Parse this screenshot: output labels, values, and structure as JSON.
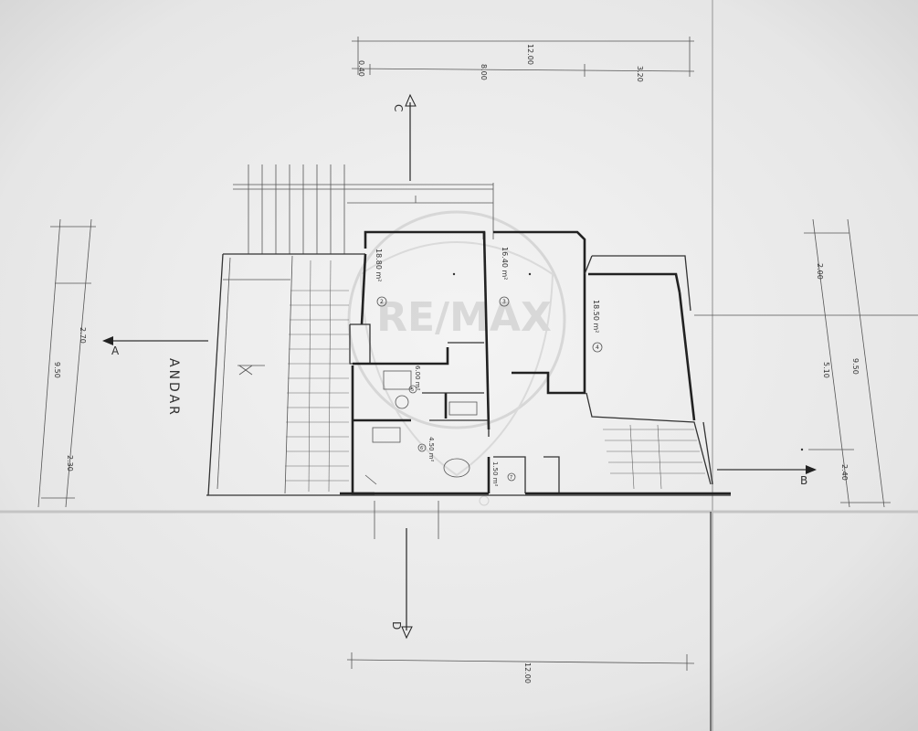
{
  "title": "ANDAR",
  "sections": {
    "a": "A",
    "b": "B",
    "c": "C",
    "d": "D"
  },
  "dims": {
    "top_total": "12.00",
    "top_left": "0.40",
    "top_mid": "8.00",
    "top_right": "3.20",
    "bottom_total": "12.00",
    "left_total": "9.50",
    "left_top": "2.70",
    "left_bottom": "2.30",
    "right_total": "9.50",
    "right_top": "2.00",
    "right_mid": "5.10",
    "right_bottom": "2.40"
  },
  "rooms": [
    {
      "area": "18.80 m²",
      "num": "2"
    },
    {
      "area": "16.40 m²",
      "num": "3"
    },
    {
      "area": "18.50 m²",
      "num": "4"
    },
    {
      "area": "6.00 m²",
      "num": "5"
    },
    {
      "area": "4.50 m²",
      "num": "6"
    },
    {
      "area": "1.50 m²",
      "num": "7"
    }
  ],
  "watermark": "RE/MAX",
  "colors": {
    "paper": "#e9e9e9",
    "ink": "#222222",
    "watermark": "#bdbdbd"
  }
}
